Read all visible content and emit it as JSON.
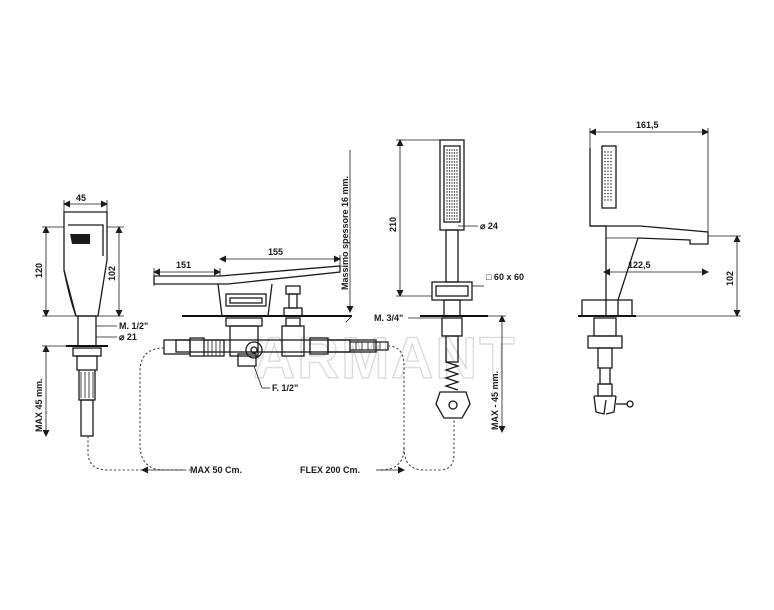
{
  "watermark": "ARMANT",
  "dims": {
    "w45": "45",
    "h120": "120",
    "h102_left": "102",
    "thread_m12": "M. 1/2\"",
    "dia21": "⌀ 21",
    "max45_left": "MAX 45 mm.",
    "w151": "151",
    "w155": "155",
    "thickness16": "Massimo spessore 16 mm.",
    "thread_f12": "F. 1/2\"",
    "max50": "MAX 50 Cm.",
    "flex200": "FLEX 200 Cm.",
    "h210": "210",
    "dia24": "⌀ 24",
    "sq60": "□ 60 x 60",
    "thread_m34": "M. 3/4\"",
    "max45_right": "MAX - 45 mm.",
    "w161": "161,5",
    "w122": "122,5",
    "h102_right": "102"
  }
}
